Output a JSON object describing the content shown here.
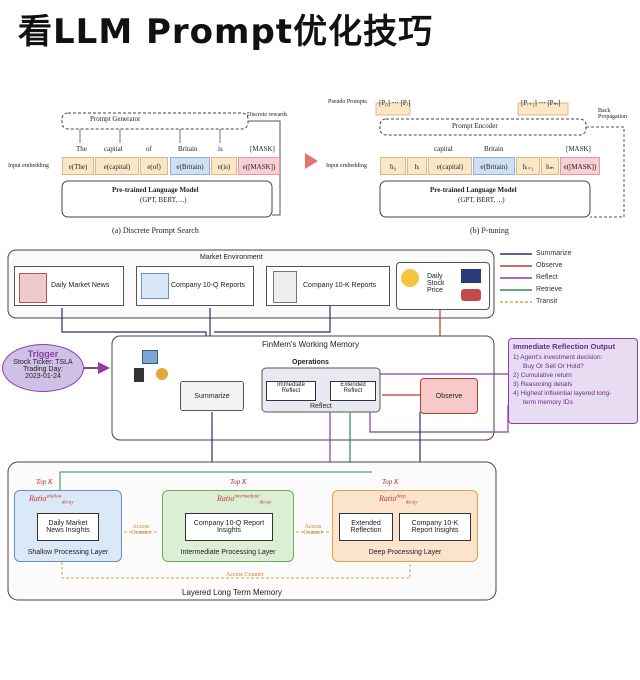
{
  "title": "看LLM Prompt优化技巧",
  "top_left": {
    "prompt_generator": "Prompt Generator",
    "discrete_rewards": "Discrete rewards",
    "tokens": [
      "The",
      "capital",
      "of",
      "Britain",
      "is",
      "[MASK]"
    ],
    "input_embedding_label": "Input embedding",
    "embeddings": [
      "e(The)",
      "e(capital)",
      "e(of)",
      "e(Britain)",
      "e(is)",
      "e([MASK])"
    ],
    "lm_line1": "Pre-trained Language Model",
    "lm_line2": "(GPT, BERT, ...)",
    "caption": "(a) Discrete Prompt Search"
  },
  "top_right": {
    "pseudo_prompts": "Pseudo Prompts",
    "p_group1": "[P₀] ⋯ [Pᵢ]",
    "p_group2": "[Pᵢ₊₁] ⋯ [Pₘ]",
    "back_propagation": "Back Propagation",
    "prompt_encoder": "Prompt Encoder",
    "tokens": [
      "capital",
      "Britain",
      "[MASK]"
    ],
    "input_embedding_label": "Input embedding",
    "embeddings": [
      "h₀",
      "hᵢ",
      "e(capital)",
      "e(Britain)",
      "hᵢ₊₁",
      "hₘ",
      "e([MASK])"
    ],
    "lm_line1": "Pre-trained Language Model",
    "lm_line2": "(GPT, BERT, ...)",
    "caption": "(b) P-tuning"
  },
  "finmem": {
    "market_env_title": "Market Environment",
    "sources": [
      "Daily Market News",
      "Company 10-Q Reports",
      "Company 10-K Reports",
      "Daily Stock Price"
    ],
    "legend": [
      {
        "label": "Summarize",
        "color": "#2b2f6e"
      },
      {
        "label": "Observe",
        "color": "#c0392b"
      },
      {
        "label": "Reflect",
        "color": "#8e3aa8"
      },
      {
        "label": "Retrieve",
        "color": "#2e8b57"
      },
      {
        "label": "Transit",
        "color": "#e3a24a"
      }
    ],
    "trigger_title": "Trigger",
    "trigger_lines": [
      "Stock Ticker: TSLA",
      "Trading Day:",
      "2023-01-24"
    ],
    "working_memory_title": "FinMem's Working Memory",
    "operations_label": "Operations",
    "summarize": "Summarize",
    "immediate_reflect": "Immediate Reflect",
    "extended_reflect": "Extended Reflect",
    "reflect_label": "Reflect",
    "observe": "Observe",
    "output_title": "Immediate Reflection Output",
    "output_lines": [
      "1) Agent's investment decision:",
      "Buy Or Sell Or Hold?",
      "2) Cumulative return",
      "3) Reasoning details",
      "4) Highest influential layered long-",
      "term memory IDs"
    ],
    "top_k": "Top K",
    "ratio_shallow": "Ratio",
    "ratio_shallow_sup": "shallow",
    "ratio_shallow_sub": "decay",
    "ratio_inter_sup": "intermediate",
    "ratio_inter_sub": "decay",
    "ratio_deep_sup": "deep",
    "ratio_deep_sub": "decay",
    "shallow_card": "Daily Market News Insights",
    "shallow_layer": "Shallow Processing Layer",
    "inter_card": "Company 10-Q Report Insights",
    "inter_layer": "Intermediate Processing Layer",
    "deep_card1": "Extended Reflection",
    "deep_card2": "Company 10-K Report Insights",
    "deep_layer": "Deep Processing Layer",
    "access_counter": "Access Counter",
    "long_term_title": "Layered Long Term Memory"
  }
}
